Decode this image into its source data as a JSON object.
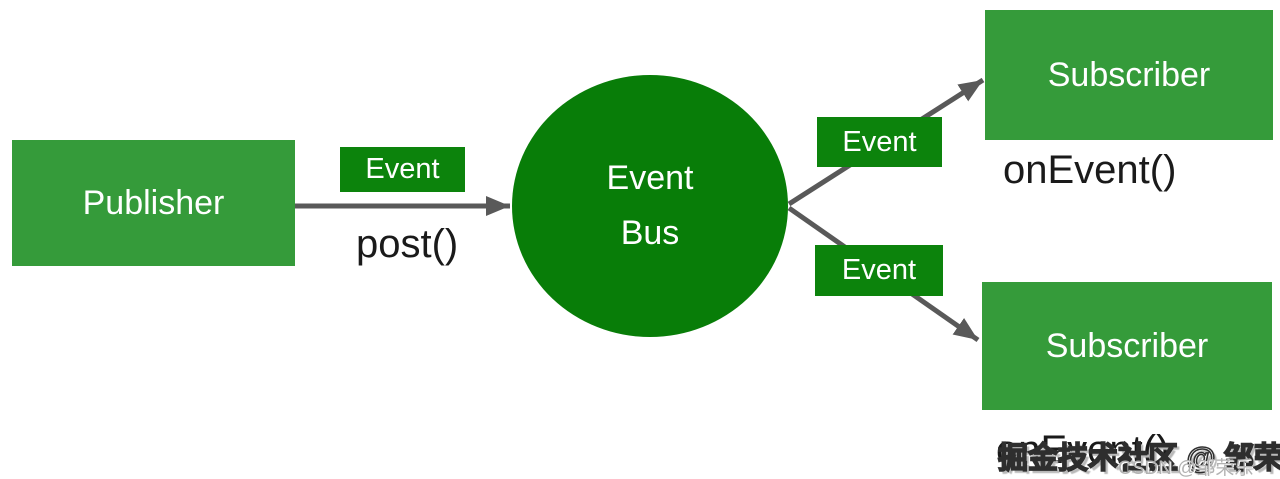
{
  "diagram": {
    "publisher": {
      "label": "Publisher",
      "method": "post()"
    },
    "event_bus": {
      "line1": "Event",
      "line2": "Bus"
    },
    "event_labels": {
      "left": "Event",
      "top_right": "Event",
      "bottom_right": "Event"
    },
    "subscriber_top": {
      "label": "Subscriber",
      "method": "onEvent()"
    },
    "subscriber_bottom": {
      "label": "Subscriber",
      "method": "onEvent()"
    },
    "colors": {
      "box_green": "#359B3A",
      "dark_green": "#087D08",
      "label_green": "#0C830C",
      "arrow_gray": "#595959"
    }
  },
  "watermark": {
    "primary": "掘金技术社区 @ 邹荣乐",
    "secondary": "CSDN @邹荣乐"
  }
}
